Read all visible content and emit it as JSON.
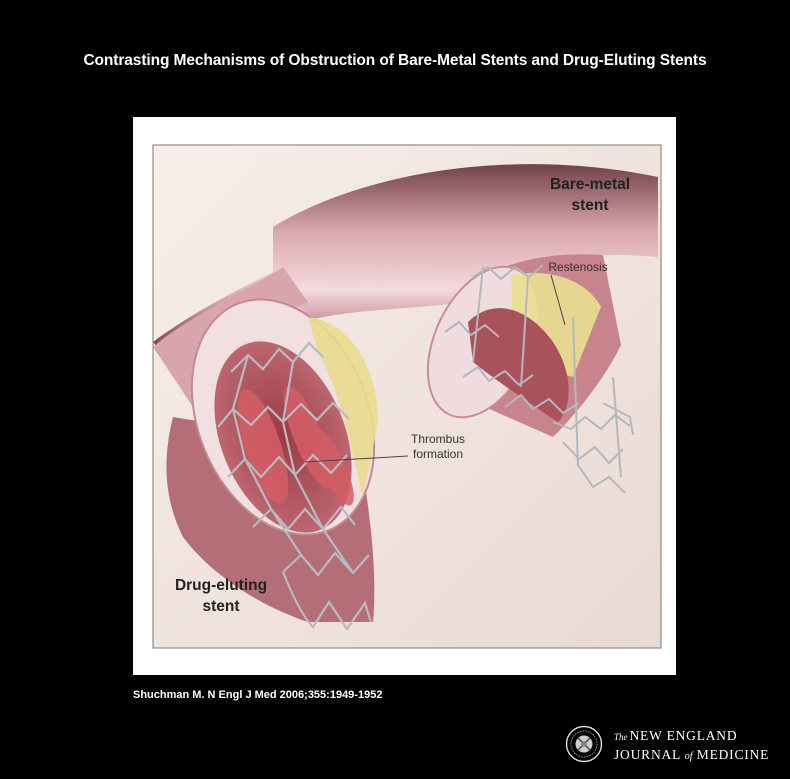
{
  "slide": {
    "title": "Contrasting Mechanisms of Obstruction of Bare-Metal Stents and Drug-Eluting Stents",
    "citation": "Shuchman M. N Engl J Med 2006;355:1949-1952"
  },
  "figure": {
    "labels": {
      "bare_metal_line1": "Bare-metal",
      "bare_metal_line2": "stent",
      "restenosis": "Restenosis",
      "thrombus_line1": "Thrombus",
      "thrombus_line2": "formation",
      "drug_eluting_line1": "Drug-eluting",
      "drug_eluting_line2": "stent"
    },
    "colors": {
      "background": "#f1e7e3",
      "vessel_wall": "#c9858f",
      "vessel_highlight": "#f3dde0",
      "plaque": "#efe59a",
      "tissue": "#b8555f",
      "thrombus": "#cc4f57",
      "strut": "#b8bcc2"
    }
  },
  "logo": {
    "the": "The",
    "line1": "NEW ENGLAND",
    "journal": "JOURNAL",
    "of": "of",
    "medicine": "MEDICINE"
  },
  "colors": {
    "page_background": "#000000",
    "panel_background": "#ffffff",
    "text": "#ffffff"
  }
}
